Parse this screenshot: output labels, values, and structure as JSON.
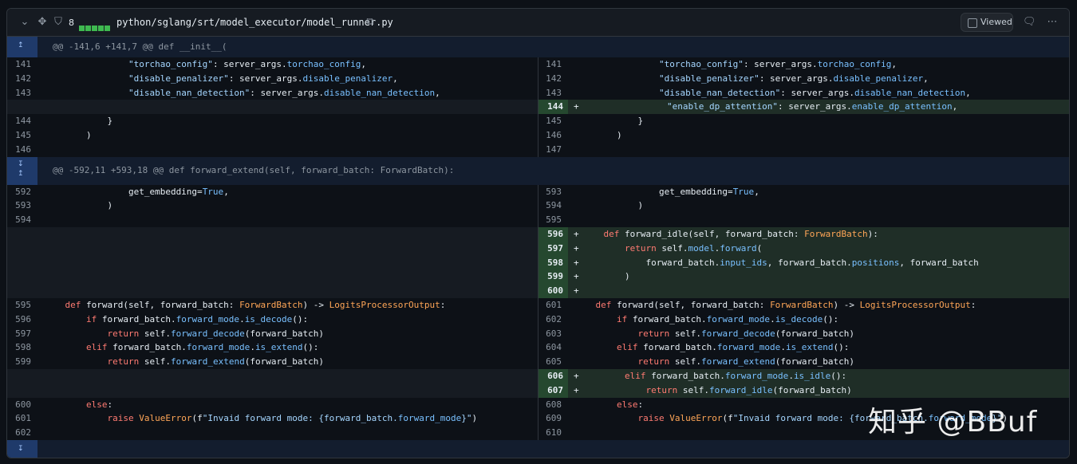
{
  "file": {
    "changed_count": "8",
    "path": "python/sglang/srt/model_executor/model_runner.py",
    "viewed_label": "Viewed"
  },
  "hunks": [
    {
      "header": "@@ -141,6 +141,7 @@ def __init__("
    },
    {
      "header": "@@ -592,11 +593,18 @@ def forward_extend(self, forward_batch: ForwardBatch):"
    }
  ],
  "lines": [
    {
      "l": "141",
      "lc": "                \"torchao_config\": server_args.torchao_config,",
      "r": "141",
      "rc": "                \"torchao_config\": server_args.torchao_config,"
    },
    {
      "l": "142",
      "lc": "                \"disable_penalizer\": server_args.disable_penalizer,",
      "r": "142",
      "rc": "                \"disable_penalizer\": server_args.disable_penalizer,"
    },
    {
      "l": "143",
      "lc": "                \"disable_nan_detection\": server_args.disable_nan_detection,",
      "r": "143",
      "rc": "                \"disable_nan_detection\": server_args.disable_nan_detection,"
    },
    {
      "l": "",
      "lc": "",
      "r": "144",
      "rc": "                \"enable_dp_attention\": server_args.enable_dp_attention,",
      "add": true
    },
    {
      "l": "144",
      "lc": "            }",
      "r": "145",
      "rc": "            }"
    },
    {
      "l": "145",
      "lc": "        )",
      "r": "146",
      "rc": "        )"
    },
    {
      "l": "146",
      "lc": "",
      "r": "147",
      "rc": ""
    },
    {
      "l": "592",
      "lc": "                get_embedding=True,",
      "r": "593",
      "rc": "                get_embedding=True,"
    },
    {
      "l": "593",
      "lc": "            )",
      "r": "594",
      "rc": "            )"
    },
    {
      "l": "594",
      "lc": "",
      "r": "595",
      "rc": ""
    },
    {
      "l": "",
      "lc": "",
      "r": "596",
      "rc": "    def forward_idle(self, forward_batch: ForwardBatch):",
      "add": true
    },
    {
      "l": "",
      "lc": "",
      "r": "597",
      "rc": "        return self.model.forward(",
      "add": true
    },
    {
      "l": "",
      "lc": "",
      "r": "598",
      "rc": "            forward_batch.input_ids, forward_batch.positions, forward_batch",
      "add": true
    },
    {
      "l": "",
      "lc": "",
      "r": "599",
      "rc": "        )",
      "add": true
    },
    {
      "l": "",
      "lc": "",
      "r": "600",
      "rc": "",
      "add": true
    },
    {
      "l": "595",
      "lc": "    def forward(self, forward_batch: ForwardBatch) -> LogitsProcessorOutput:",
      "r": "601",
      "rc": "    def forward(self, forward_batch: ForwardBatch) -> LogitsProcessorOutput:"
    },
    {
      "l": "596",
      "lc": "        if forward_batch.forward_mode.is_decode():",
      "r": "602",
      "rc": "        if forward_batch.forward_mode.is_decode():"
    },
    {
      "l": "597",
      "lc": "            return self.forward_decode(forward_batch)",
      "r": "603",
      "rc": "            return self.forward_decode(forward_batch)"
    },
    {
      "l": "598",
      "lc": "        elif forward_batch.forward_mode.is_extend():",
      "r": "604",
      "rc": "        elif forward_batch.forward_mode.is_extend():"
    },
    {
      "l": "599",
      "lc": "            return self.forward_extend(forward_batch)",
      "r": "605",
      "rc": "            return self.forward_extend(forward_batch)"
    },
    {
      "l": "",
      "lc": "",
      "r": "606",
      "rc": "        elif forward_batch.forward_mode.is_idle():",
      "add": true
    },
    {
      "l": "",
      "lc": "",
      "r": "607",
      "rc": "            return self.forward_idle(forward_batch)",
      "add": true
    },
    {
      "l": "600",
      "lc": "        else:",
      "r": "608",
      "rc": "        else:"
    },
    {
      "l": "601",
      "lc": "            raise ValueError(f\"Invaid forward mode: {forward_batch.forward_mode}\")",
      "r": "609",
      "rc": "            raise ValueError(f\"Invaid forward mode: {forward_batch.forward_mode}\")"
    },
    {
      "l": "602",
      "lc": "",
      "r": "610",
      "rc": ""
    }
  ],
  "watermark": "知乎 @BBuf",
  "icons": {
    "collapse": "chevron-down-icon",
    "move": "move-icon",
    "shield": "shield-icon",
    "copy": "copy-icon",
    "comment": "comment-icon",
    "more": "kebab-icon",
    "expand_up": "expand-up-icon",
    "expand_down": "expand-down-icon"
  }
}
